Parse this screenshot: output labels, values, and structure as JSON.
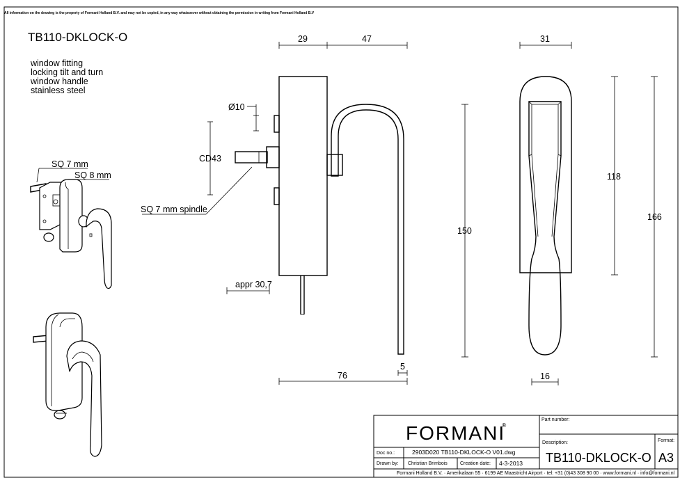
{
  "notice": "All information on the drawing is the property of Formani Holland B.V. and may not be copied, in any way whatsoever without obtaining the permission in writing from Formani Holland B.V",
  "product_code": "TB110-DKLOCK-O",
  "description_lines": [
    "window fitting",
    "locking tilt and turn",
    "window handle",
    "stainless steel"
  ],
  "callouts": {
    "sq7": "SQ 7 mm",
    "sq8": "SQ 8 mm",
    "spindle": "SQ 7 mm spindle",
    "diameter": "Ø10",
    "cd": "CD43",
    "appr": "appr 30,7"
  },
  "dimensions": {
    "d29": "29",
    "d47": "47",
    "d31": "31",
    "d150": "150",
    "d118": "118",
    "d166": "166",
    "d76": "76",
    "d5": "5",
    "d16": "16"
  },
  "title_block": {
    "brand": "FORMANI",
    "brand_mark": "®",
    "part_number_label": "Part number:",
    "description_label": "Description:",
    "format_label": "Format:",
    "doc_no_label": "Doc no.:",
    "doc_no": "2903D020 TB110-DKLOCK-O V01.dwg",
    "drawn_by_label": "Drawn by:",
    "drawn_by": "Christian Brimbois",
    "creation_date_label": "Creation date:",
    "creation_date": "4-3-2013",
    "description_value": "TB110-DKLOCK-O",
    "format_value": "A3",
    "footer": "Formani Holland B.V. · Amerikalaan 55 · 6199 AE Maastricht Airport · tel: +31 (0)43 308 90 00 · www.formani.nl · info@formani.nl"
  }
}
